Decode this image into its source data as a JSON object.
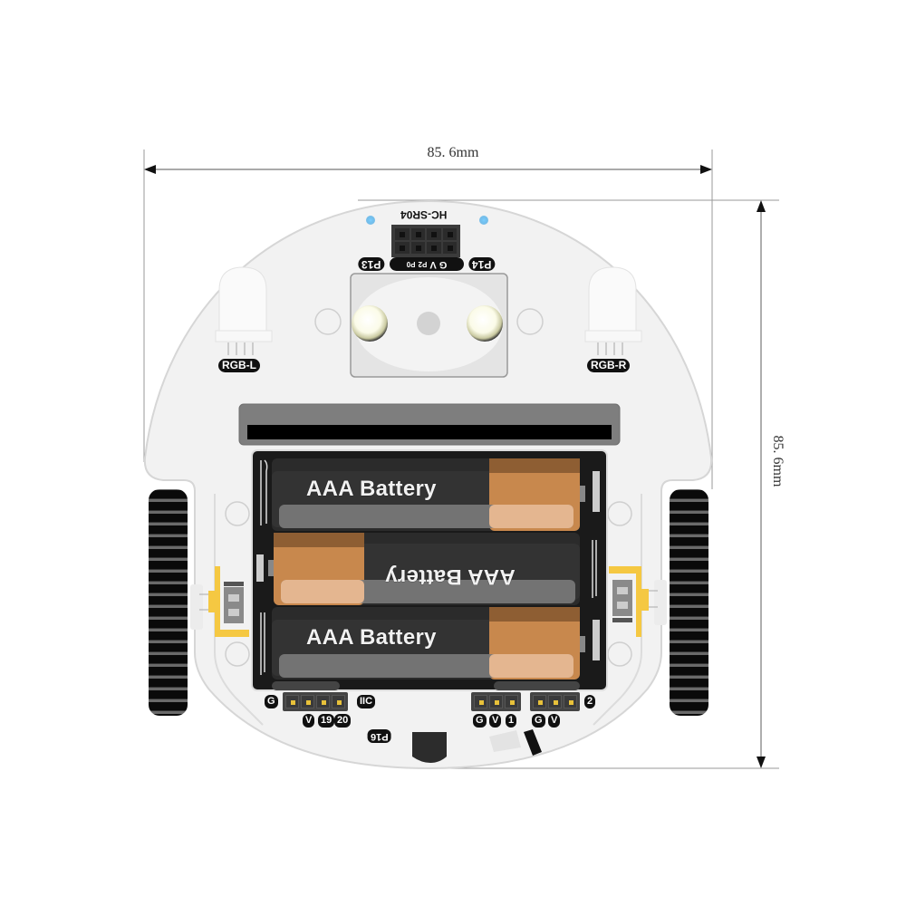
{
  "diagram": {
    "subject": "Smart robot car chassis board (top view)",
    "dimensions": {
      "width_label": "85. 6mm",
      "height_label": "85. 6mm"
    },
    "board_labels": {
      "ultrasonic_header": "HC-SR04",
      "p13": "P13",
      "p14": "P14",
      "sr_pins": [
        "G",
        "V",
        "P2",
        "P0"
      ],
      "rgb_left": "RGB-L",
      "rgb_right": "RGB-R",
      "p16": "P16"
    },
    "batteries": [
      {
        "label": "AAA Battery",
        "orientation": "normal"
      },
      {
        "label": "AAA Battery",
        "orientation": "flipped"
      },
      {
        "label": "AAA Battery",
        "orientation": "normal"
      }
    ],
    "headers": {
      "iic": {
        "left_label": "G",
        "right_label": "IIC",
        "pin_count": 4,
        "bottom_labels": [
          "V",
          "19",
          "20"
        ]
      },
      "port1": {
        "pin_count": 3,
        "bottom_labels": [
          "G",
          "V",
          "1"
        ]
      },
      "port2": {
        "pin_count": 3,
        "right_label": "2",
        "bottom_labels": [
          "G",
          "V"
        ]
      }
    },
    "colors": {
      "board": "#f2f2f2",
      "battery_body": "#2e2e2e",
      "battery_cap": "#c98a4f",
      "motor_bracket": "#f5c842",
      "tire": "#111111",
      "led_blue": "#4fb8f0"
    }
  }
}
